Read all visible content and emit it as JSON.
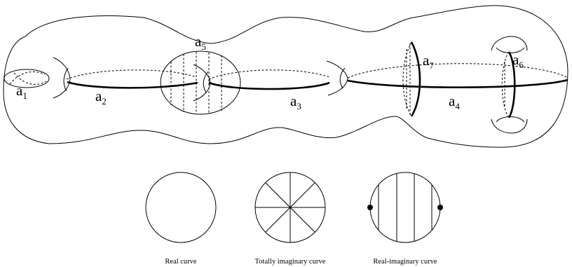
{
  "curve_labels": [
    {
      "id": "a1",
      "letter": "a",
      "index": "1"
    },
    {
      "id": "a2",
      "letter": "a",
      "index": "2"
    },
    {
      "id": "a3",
      "letter": "a",
      "index": "3"
    },
    {
      "id": "a4",
      "letter": "a",
      "index": "4"
    },
    {
      "id": "a5",
      "letter": "a",
      "index": "5"
    },
    {
      "id": "a6",
      "letter": "a",
      "index": "6"
    },
    {
      "id": "a7",
      "letter": "a",
      "index": "7"
    }
  ],
  "legend": {
    "real": "Real curve",
    "totally_imaginary": "Totally imaginary curve",
    "real_imaginary": "Real-imaginary curve"
  }
}
